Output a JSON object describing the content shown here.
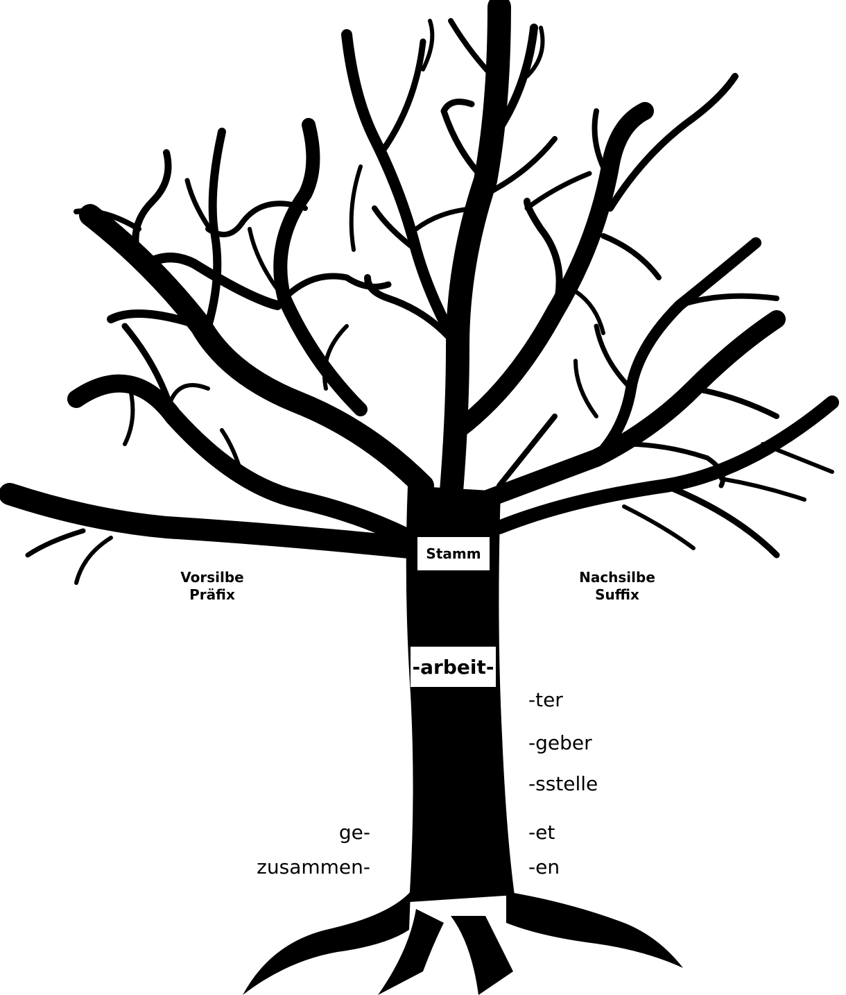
{
  "diagram": {
    "stem_label": "Stamm",
    "root_word": "-arbeit-",
    "prefix_heading": [
      "Vorsilbe",
      "Präfix"
    ],
    "suffix_heading": [
      "Nachsilbe",
      "Suffix"
    ],
    "prefixes": [
      "ge-",
      "zusammen-"
    ],
    "suffixes": [
      "-ter",
      "-geber",
      "-sstelle",
      "-et",
      "-en"
    ]
  },
  "colors": {
    "tree": "#000000",
    "background": "#ffffff",
    "text": "#000000"
  }
}
